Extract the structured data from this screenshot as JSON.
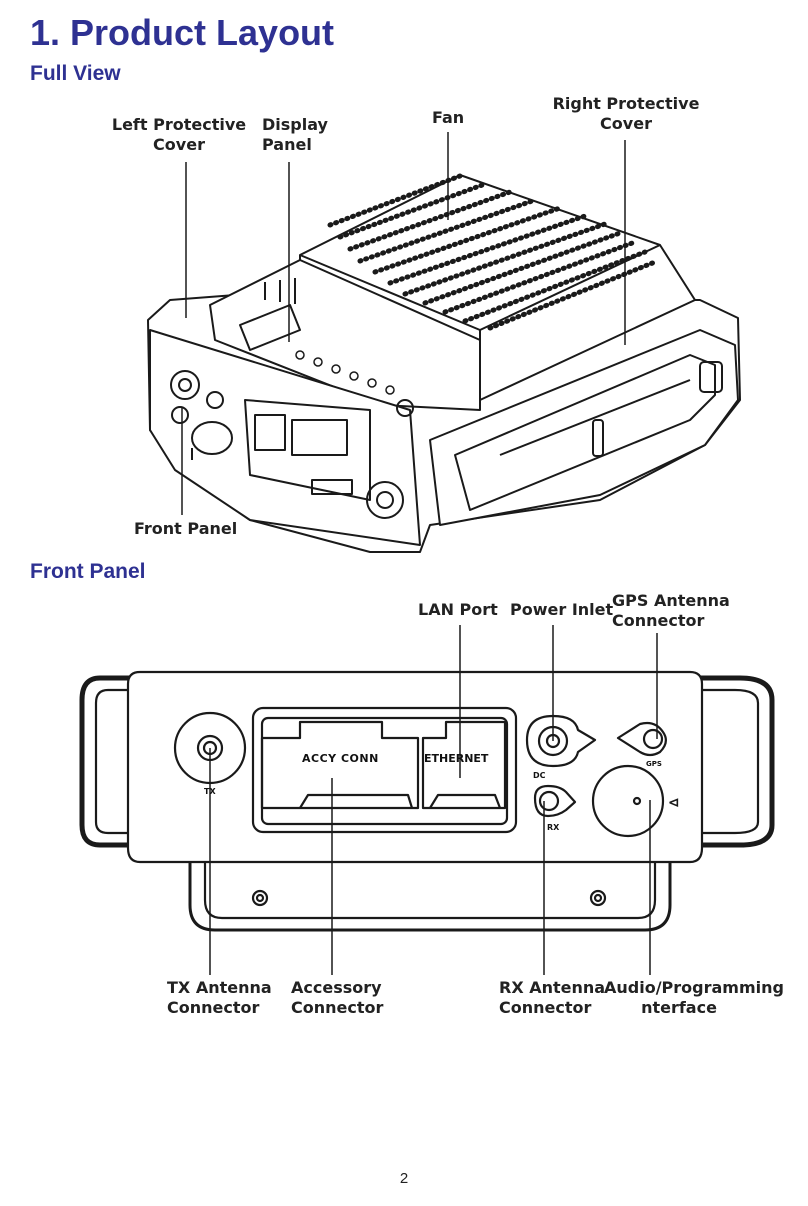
{
  "page": {
    "title": "1. Product Layout",
    "page_number": "2"
  },
  "full_view": {
    "heading": "Full View",
    "labels": {
      "left_cover_1": "Left Protective",
      "left_cover_2": "Cover",
      "display_1": "Display",
      "display_2": "Panel",
      "fan": "Fan",
      "right_cover_1": "Right Protective",
      "right_cover_2": "Cover",
      "front_panel": "Front Panel"
    }
  },
  "front_panel": {
    "heading": "Front Panel",
    "labels": {
      "lan": "LAN Port",
      "power": "Power Inlet",
      "gps_1": "GPS Antenna",
      "gps_2": "Connector",
      "tx_1": "TX Antenna",
      "tx_2": "Connector",
      "acc_1": "Accessory",
      "acc_2": "Connector",
      "rx_1": "RX Antenna",
      "rx_2": "Connector",
      "audio_1": "Audio/Programming",
      "audio_2": "nterface"
    },
    "device_marks": {
      "accy": "ACCY CONN",
      "ethernet": "ETHERNET",
      "tx": "TX",
      "dc": "DC",
      "rx": "RX",
      "gps": "GPS"
    }
  }
}
